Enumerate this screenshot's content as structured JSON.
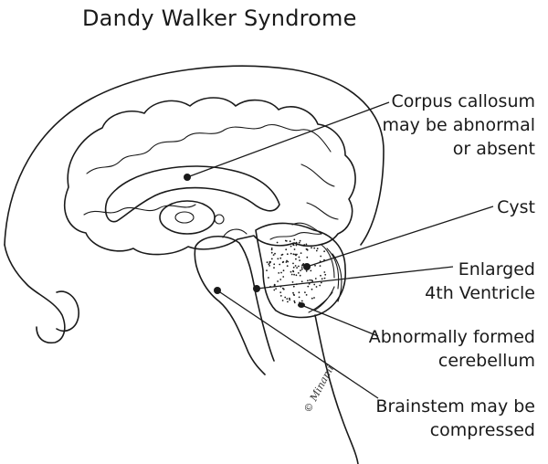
{
  "title": "Dandy Walker Syndrome",
  "labels": {
    "corpus_callosum": [
      "Corpus callosum",
      "may be abnormal",
      "or absent"
    ],
    "cyst": [
      "Cyst"
    ],
    "fourth_ventricle": [
      "Enlarged",
      "4th Ventricle"
    ],
    "cerebellum": [
      "Abnormally formed",
      "cerebellum"
    ],
    "brainstem": [
      "Brainstem may be",
      "compressed"
    ]
  },
  "signature": "© Minami"
}
